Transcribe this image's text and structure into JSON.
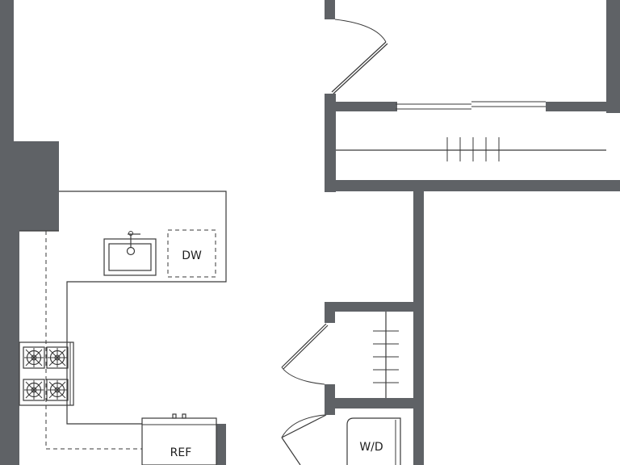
{
  "labels": {
    "dishwasher": "DW",
    "refrigerator": "REF",
    "washer_dryer": "W/D"
  },
  "colors": {
    "wall": "#5f6266",
    "line": "#3a3a3a",
    "background": "#ffffff"
  }
}
